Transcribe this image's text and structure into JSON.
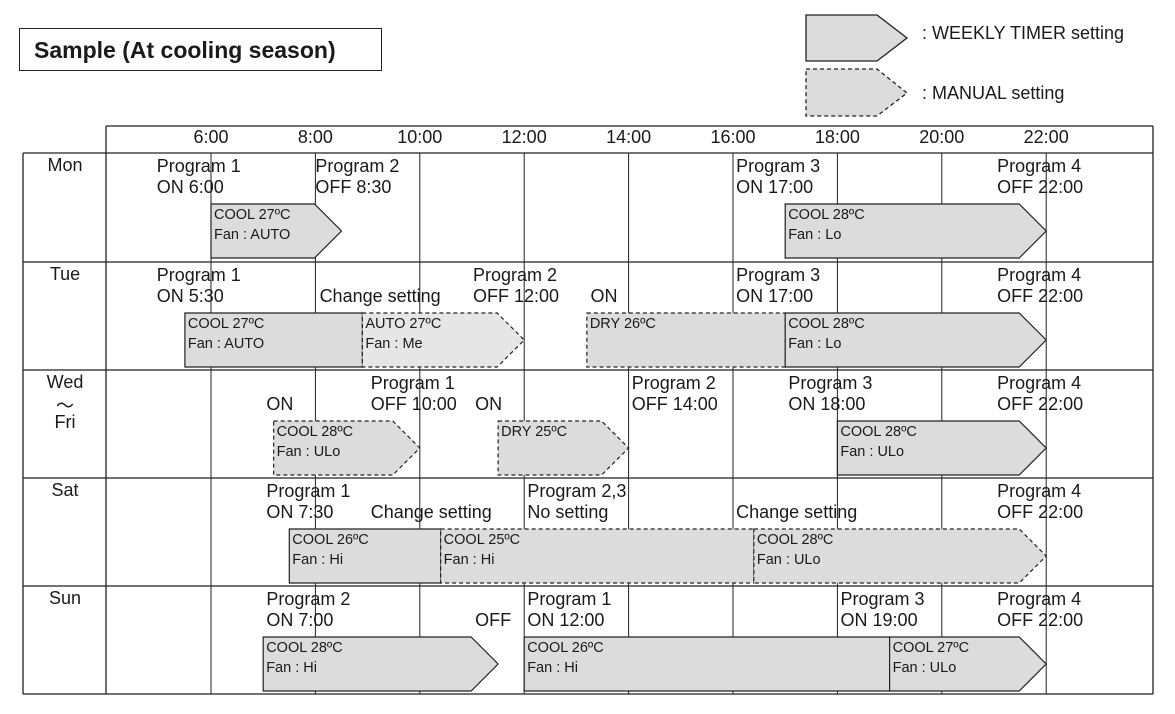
{
  "title": "Sample (At cooling season)",
  "legend": {
    "weekly": ": WEEKLY TIMER setting",
    "manual": ": MANUAL setting"
  },
  "colors": {
    "block_fill": "#dcdcdc",
    "block_fill_light": "#e6e6e6",
    "line": "#222222"
  },
  "hours": [
    "6:00",
    "8:00",
    "10:00",
    "12:00",
    "14:00",
    "16:00",
    "18:00",
    "20:00",
    "22:00"
  ],
  "rows": [
    {
      "day": "Mon",
      "annotations": [
        {
          "t": "Program 1",
          "h": 4.96,
          "line": 0
        },
        {
          "t": "ON 6:00",
          "h": 4.96,
          "line": 1
        },
        {
          "t": "Program 2",
          "h": 8.0,
          "line": 0
        },
        {
          "t": "OFF 8:30",
          "h": 8.0,
          "line": 1
        },
        {
          "t": "Program 3",
          "h": 16.06,
          "line": 0
        },
        {
          "t": "ON 17:00",
          "h": 16.06,
          "line": 1
        },
        {
          "t": "Program 4",
          "h": 21.06,
          "line": 0
        },
        {
          "t": "OFF 22:00",
          "h": 21.06,
          "line": 1
        }
      ],
      "blocks": [
        {
          "kind": "weekly",
          "start": 6.0,
          "end": 8.5,
          "mode": "COOL 27ºC",
          "fan": "Fan : AUTO"
        },
        {
          "kind": "weekly",
          "start": 17.0,
          "end": 22.0,
          "mode": "COOL 28ºC",
          "fan": "Fan : Lo"
        }
      ]
    },
    {
      "day": "Tue",
      "annotations": [
        {
          "t": "Program 1",
          "h": 4.96,
          "line": 0
        },
        {
          "t": "ON 5:30",
          "h": 4.96,
          "line": 1
        },
        {
          "t": "Change setting",
          "h": 8.08,
          "line": 1
        },
        {
          "t": "Program 2",
          "h": 11.02,
          "line": 0
        },
        {
          "t": "OFF 12:00",
          "h": 11.02,
          "line": 1
        },
        {
          "t": "ON",
          "h": 13.27,
          "line": 1
        },
        {
          "t": "Program 3",
          "h": 16.06,
          "line": 0
        },
        {
          "t": "ON 17:00",
          "h": 16.06,
          "line": 1
        },
        {
          "t": "Program 4",
          "h": 21.06,
          "line": 0
        },
        {
          "t": "OFF 22:00",
          "h": 21.06,
          "line": 1
        }
      ],
      "blocks": [
        {
          "kind": "weekly",
          "start": 5.5,
          "end": 8.9,
          "mode": "COOL 27ºC",
          "fan": "Fan : AUTO",
          "flat": true
        },
        {
          "kind": "manual",
          "start": 8.9,
          "end": 12.0,
          "mode": "AUTO 27ºC",
          "fan": "Fan : Me",
          "light": true
        },
        {
          "kind": "manual",
          "start": 13.2,
          "end": 17.0,
          "mode": "DRY 26ºC",
          "fan": "",
          "flat": true
        },
        {
          "kind": "weekly",
          "start": 17.0,
          "end": 22.0,
          "mode": "COOL 28ºC",
          "fan": "Fan : Lo"
        }
      ]
    },
    {
      "day": "Wed",
      "day2": "～",
      "day3": "Fri",
      "annotations": [
        {
          "t": "ON",
          "h": 7.06,
          "line": 1
        },
        {
          "t": "Program 1",
          "h": 9.06,
          "line": 0
        },
        {
          "t": "OFF 10:00",
          "h": 9.06,
          "line": 1
        },
        {
          "t": "ON",
          "h": 11.06,
          "line": 1
        },
        {
          "t": "Program 2",
          "h": 14.06,
          "line": 0
        },
        {
          "t": "OFF 14:00",
          "h": 14.06,
          "line": 1
        },
        {
          "t": "Program 3",
          "h": 17.06,
          "line": 0
        },
        {
          "t": "ON 18:00",
          "h": 17.06,
          "line": 1
        },
        {
          "t": "Program 4",
          "h": 21.06,
          "line": 0
        },
        {
          "t": "OFF 22:00",
          "h": 21.06,
          "line": 1
        }
      ],
      "blocks": [
        {
          "kind": "manual",
          "start": 7.2,
          "end": 10.0,
          "mode": "COOL 28ºC",
          "fan": "Fan : ULo"
        },
        {
          "kind": "manual",
          "start": 11.5,
          "end": 14.0,
          "mode": "DRY 25ºC",
          "fan": ""
        },
        {
          "kind": "weekly",
          "start": 18.0,
          "end": 22.0,
          "mode": "COOL 28ºC",
          "fan": "Fan : ULo"
        }
      ]
    },
    {
      "day": "Sat",
      "annotations": [
        {
          "t": "Program 1",
          "h": 7.06,
          "line": 0
        },
        {
          "t": "ON 7:30",
          "h": 7.06,
          "line": 1
        },
        {
          "t": "Change setting",
          "h": 9.06,
          "line": 1
        },
        {
          "t": "Program 2,3",
          "h": 12.06,
          "line": 0
        },
        {
          "t": "No setting",
          "h": 12.06,
          "line": 1
        },
        {
          "t": "Change setting",
          "h": 16.06,
          "line": 1
        },
        {
          "t": "Program 4",
          "h": 21.06,
          "line": 0
        },
        {
          "t": "OFF 22:00",
          "h": 21.06,
          "line": 1
        }
      ],
      "blocks": [
        {
          "kind": "weekly",
          "start": 7.5,
          "end": 10.4,
          "mode": "COOL 26ºC",
          "fan": "Fan : Hi",
          "flat": true
        },
        {
          "kind": "manual",
          "start": 10.4,
          "end": 16.4,
          "mode": "COOL 25ºC",
          "fan": "Fan : Hi",
          "flat": true
        },
        {
          "kind": "manual",
          "start": 16.4,
          "end": 22.0,
          "mode": "COOL 28ºC",
          "fan": "Fan : ULo"
        }
      ]
    },
    {
      "day": "Sun",
      "annotations": [
        {
          "t": "Program 2",
          "h": 7.06,
          "line": 0
        },
        {
          "t": "ON 7:00",
          "h": 7.06,
          "line": 1
        },
        {
          "t": "OFF",
          "h": 11.06,
          "line": 1
        },
        {
          "t": "Program 1",
          "h": 12.06,
          "line": 0
        },
        {
          "t": "ON 12:00",
          "h": 12.06,
          "line": 1
        },
        {
          "t": "Program 3",
          "h": 18.06,
          "line": 0
        },
        {
          "t": "ON 19:00",
          "h": 18.06,
          "line": 1
        },
        {
          "t": "Program 4",
          "h": 21.06,
          "line": 0
        },
        {
          "t": "OFF 22:00",
          "h": 21.06,
          "line": 1
        }
      ],
      "blocks": [
        {
          "kind": "weekly",
          "start": 7.0,
          "end": 11.5,
          "mode": "COOL 28ºC",
          "fan": "Fan : Hi"
        },
        {
          "kind": "weekly",
          "start": 12.0,
          "end": 19.0,
          "mode": "COOL 26ºC",
          "fan": "Fan : Hi",
          "flat": true
        },
        {
          "kind": "weekly",
          "start": 19.0,
          "end": 22.0,
          "mode": "COOL 27ºC",
          "fan": "Fan : ULo"
        }
      ]
    }
  ]
}
